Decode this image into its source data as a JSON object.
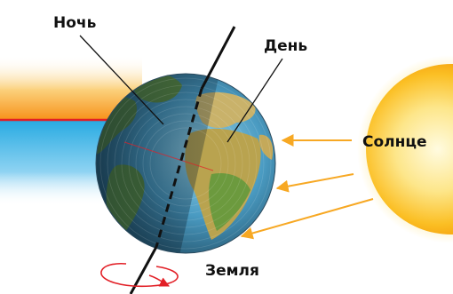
{
  "labels": {
    "night": "Ночь",
    "day": "День",
    "sun": "Солнце",
    "earth": "Земля"
  },
  "colors": {
    "sky_band_top": "#fbb040",
    "sky_band_bottom": "#29abe2",
    "horizon_line": "#e21f26",
    "sun_ray": "#f7a823",
    "rotation_arrow": "#e21f26",
    "axis": "#111111"
  },
  "icons": [
    "earth-globe",
    "sun",
    "sun-ray-arrows",
    "rotation-arrow",
    "earth-axis"
  ]
}
